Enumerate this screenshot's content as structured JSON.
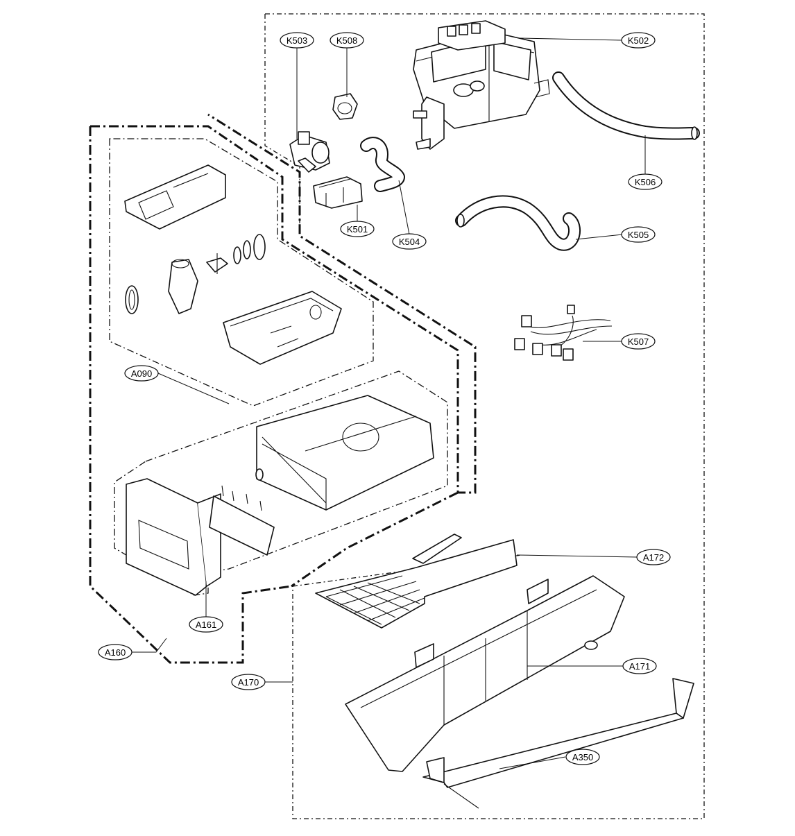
{
  "diagram": {
    "type": "exploded-parts-diagram",
    "callouts": [
      {
        "id": "k503",
        "label": "K503"
      },
      {
        "id": "k508",
        "label": "K508"
      },
      {
        "id": "k502",
        "label": "K502"
      },
      {
        "id": "k506",
        "label": "K506"
      },
      {
        "id": "k501",
        "label": "K501"
      },
      {
        "id": "k504",
        "label": "K504"
      },
      {
        "id": "k505",
        "label": "K505"
      },
      {
        "id": "k507",
        "label": "K507"
      },
      {
        "id": "a090",
        "label": "A090"
      },
      {
        "id": "a172",
        "label": "A172"
      },
      {
        "id": "a161",
        "label": "A161"
      },
      {
        "id": "a160",
        "label": "A160"
      },
      {
        "id": "a171",
        "label": "A171"
      },
      {
        "id": "a170",
        "label": "A170"
      },
      {
        "id": "a350",
        "label": "A350"
      }
    ]
  }
}
